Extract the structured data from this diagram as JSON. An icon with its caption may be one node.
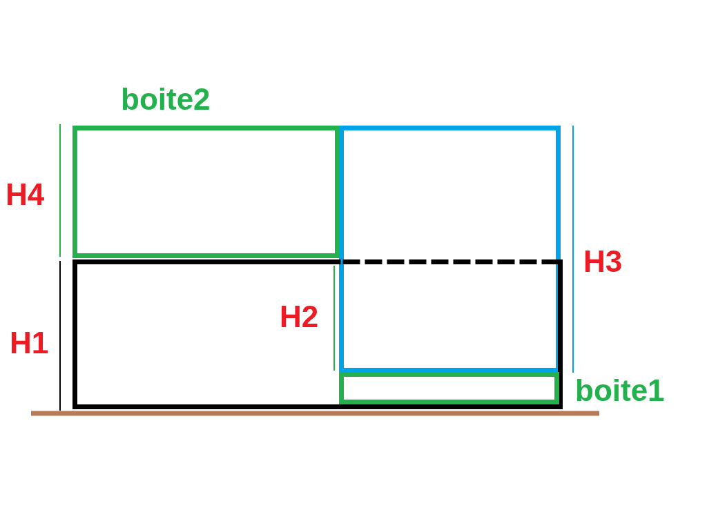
{
  "diagram": {
    "nodes": [
      {
        "text": [
          "boite2"
        ]
      },
      {
        "text": [],
        "shape": "box"
      },
      {
        "text": [],
        "shape": "box"
      },
      {
        "text": [
          "boite1"
        ],
        "in": 2
      }
    ],
    "edges": [],
    "labels": [
      "H4",
      "H3",
      "H2",
      "H1"
    ]
  }
}
